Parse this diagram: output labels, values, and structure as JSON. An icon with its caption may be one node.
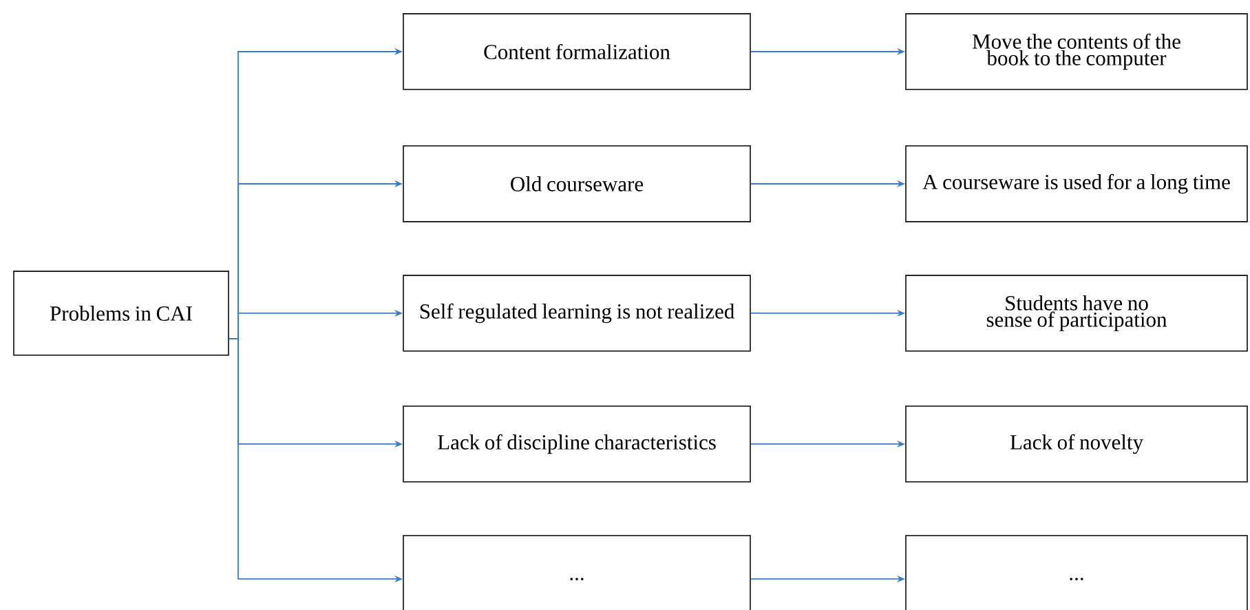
{
  "diagram": {
    "nodes": [
      {
        "text": [
          "Problems in CAI"
        ]
      },
      {
        "text": [
          "Content formalization"
        ]
      },
      {
        "text": [
          "Old courseware"
        ]
      },
      {
        "text": [
          "Self regulated learning is not realized"
        ]
      },
      {
        "text": [
          "Lack of discipline characteristics"
        ]
      },
      {
        "text": [
          "..."
        ]
      },
      {
        "text": [
          "Move the contents of the book to the computer"
        ]
      },
      {
        "text": [
          "A courseware is used for a long time"
        ]
      },
      {
        "text": [
          "Students have no sense of participation"
        ]
      },
      {
        "text": [
          "Lack of novelty"
        ]
      },
      {
        "text": [
          "..."
        ]
      }
    ],
    "edges": [
      {
        "from": 0,
        "to": 1,
        "arrow": "to"
      },
      {
        "from": 0,
        "to": 2,
        "arrow": "to"
      },
      {
        "from": 0,
        "to": 3,
        "arrow": "to"
      },
      {
        "from": 0,
        "to": 4,
        "arrow": "to"
      },
      {
        "from": 0,
        "to": 5,
        "arrow": "to"
      },
      {
        "from": 1,
        "to": 6,
        "arrow": "to"
      },
      {
        "from": 2,
        "to": 7,
        "arrow": "to"
      },
      {
        "from": 3,
        "to": 8,
        "arrow": "to"
      },
      {
        "from": 4,
        "to": 9,
        "arrow": "to"
      },
      {
        "from": 5,
        "to": 10,
        "arrow": "to"
      }
    ]
  }
}
